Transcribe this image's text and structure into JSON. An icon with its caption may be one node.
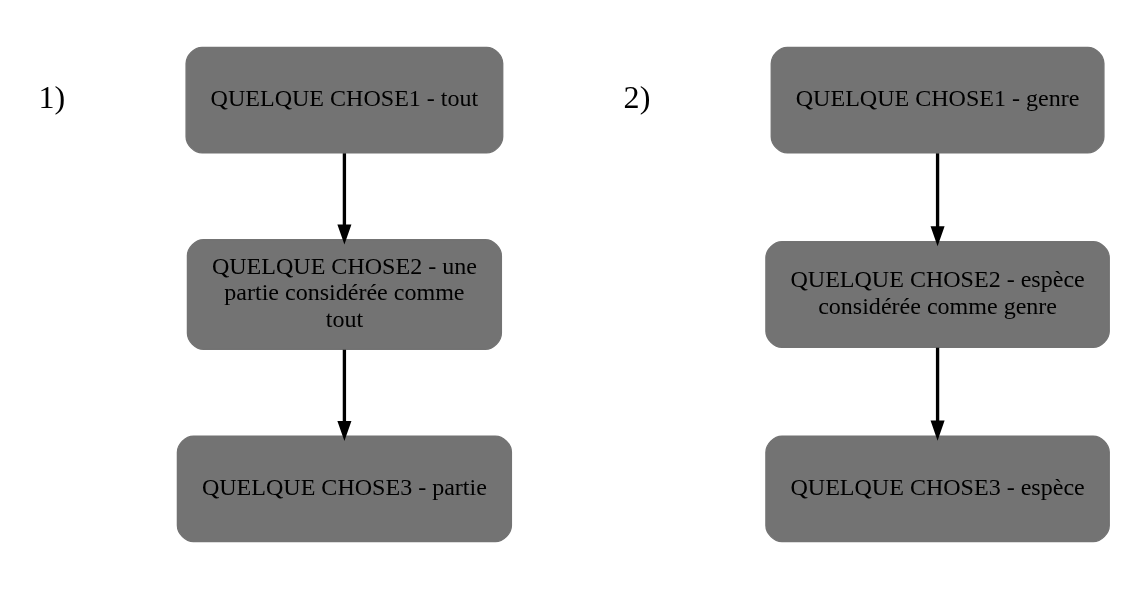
{
  "diagram": {
    "nodes": [
      {
        "text": [
          "QUELQUE CHOSE1 - tout"
        ]
      },
      {
        "text": [
          "QUELQUE CHOSE2 - une partie considérée comme tout"
        ]
      },
      {
        "text": [
          "QUELQUE CHOSE3 - partie"
        ]
      },
      {
        "text": [
          "QUELQUE CHOSE1 - genre"
        ]
      },
      {
        "text": [
          "QUELQUE CHOSE2 - espèce considérée comme genre"
        ]
      },
      {
        "text": [
          "QUELQUE CHOSE3 - espèce"
        ]
      }
    ],
    "edges": [
      {
        "from": 0,
        "to": 1,
        "arrow": "to"
      },
      {
        "from": 1,
        "to": 2,
        "arrow": "to"
      },
      {
        "from": 3,
        "to": 4,
        "arrow": "to"
      },
      {
        "from": 4,
        "to": 5,
        "arrow": "to"
      }
    ],
    "labels": [
      "1)",
      "2)"
    ]
  }
}
